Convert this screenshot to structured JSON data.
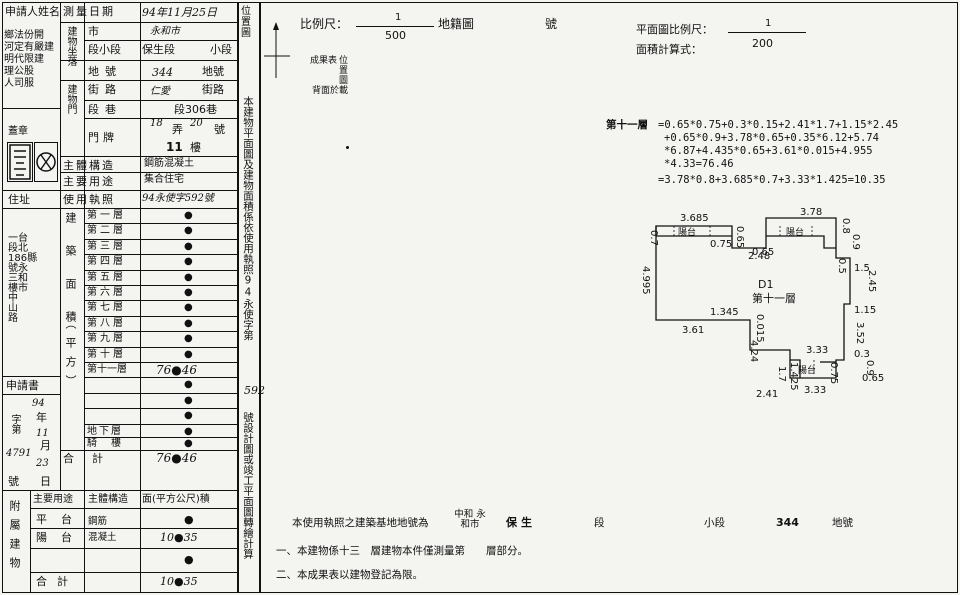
{
  "left": {
    "applicant_label": "申請人姓名",
    "applicant_names": [
      "鄉法份開",
      "河定有嚴建",
      "明代限建",
      "理公股",
      "人司服"
    ],
    "survey_date_label": "測量日期",
    "survey_date_value": "94年11月25日",
    "building_location_label": "建物坐落",
    "city_label": "市",
    "city_value": "永和市",
    "section_label": "段小段",
    "section_value": "保生段",
    "subsection_label": "小段",
    "land_no_label": "地號",
    "land_no_value": "344",
    "street_label": "街路",
    "street_value": "仁愛",
    "lane_label": "段巷",
    "lane_value": "段306巷",
    "door_label": "門牌",
    "alley_value": "18",
    "alley_label": "弄",
    "number_value": "20",
    "number_label": "號",
    "floor_value": "11",
    "floor_label": "樓",
    "seal_label": "蓋章",
    "structure_label": "主體構造",
    "structure_value": "鋼筋混凝土",
    "main_use_label": "主要用途",
    "main_use_value": "集合住宅",
    "permit_label": "使用執照",
    "permit_value": "94永使字592號",
    "address_label": "住址",
    "address_lines": [
      "一台",
      "段北",
      "186縣",
      "號永",
      "三和",
      "樓市",
      "中",
      "山",
      "路"
    ],
    "floor_area_label": "建築面積",
    "area_unit_label": "（平方）",
    "floors": [
      "第一層",
      "第二層",
      "第三層",
      "第四層",
      "第五層",
      "第六層",
      "第七層",
      "第八層",
      "第九層",
      "第十層",
      "第十一層"
    ],
    "floor_values": [
      "●",
      "●",
      "●",
      "●",
      "●",
      "●",
      "●",
      "●",
      "●",
      "●",
      "76●46"
    ],
    "extra_values": [
      "●",
      "●",
      "●"
    ],
    "basement_label": "地下層",
    "arcade_label": "騎樓",
    "basement_value": "●",
    "arcade_value": "●",
    "total_label": "合計",
    "total_value": "76●46",
    "apply_label": "申請書",
    "apply_year": "94",
    "apply_year_label": "年",
    "apply_month": "11",
    "apply_month_label": "月",
    "apply_day": "23",
    "apply_day_label": "日",
    "apply_no_prefix": "字第",
    "apply_no": "4791",
    "apply_no_suffix": "號",
    "attach_label": "附屬建物",
    "attach_head": [
      "主要用途",
      "主體構造",
      "面(平方公尺)積"
    ],
    "attach_rows": [
      {
        "use": "平台",
        "struct": "鋼筋",
        "area": "●"
      },
      {
        "use": "陽台",
        "struct": "混凝土",
        "area": "10●35"
      },
      {
        "use": "",
        "struct": "",
        "area": "●"
      }
    ],
    "attach_total_label": "合計",
    "attach_total_value": "10●35"
  },
  "strip": {
    "position_label": "位置圖",
    "vertical_text": "本建物平面圖及建物面積係依使用執照94永使字第",
    "permit_no": "592",
    "vertical_text2": "號設計圖或竣工平面圖轉繪計算"
  },
  "header": {
    "scale_label": "比例尺：",
    "scale_num": "1",
    "scale_den": "500",
    "cadastral_label": "地籍圖",
    "number_label": "號",
    "plan_scale_label": "平面圖比例尺：",
    "plan_scale_num": "1",
    "plan_scale_den": "200",
    "area_formula_label": "面積計算式："
  },
  "location_note": [
    "位",
    "置",
    "圖",
    "成果表",
    "背",
    "面",
    "於",
    "載"
  ],
  "calc": {
    "floor_label": "第十一層",
    "lines": [
      "=0.65*0.75+0.3*0.15+2.41*1.7+1.15*2.45",
      "+0.65*0.9+3.78*0.65+0.35*6.12+5.74",
      "*6.87+4.435*0.65+3.61*0.015+4.955",
      "*4.33=76.46",
      "=3.78*0.8+3.685*0.7+3.33*1.425=10.35"
    ]
  },
  "plan": {
    "unit_label": "D1",
    "floor_label": "第十一層",
    "balcony_label": "陽台",
    "dims": [
      "3.685",
      "3.78",
      "0.7",
      "0.75",
      "0.65",
      "0.65",
      "0.8",
      "0.9",
      "2.48",
      "0.5",
      "1.5",
      "2.45",
      "4.995",
      "1.345",
      "3.61",
      "0.015",
      "1.15",
      "3.52",
      "4.24",
      "3.33",
      "0.3",
      "0.9",
      "0.65",
      "1.7",
      "1.425",
      "0.75",
      "2.41",
      "3.33"
    ]
  },
  "footer": {
    "line1_a": "本使用執照之建築基地地號為",
    "line1_city": "中和 永和市",
    "line1_section": "保生",
    "line1_section_label": "段",
    "line1_sub_label": "小段",
    "line1_no": "344",
    "line1_no_label": "地號",
    "line2": "一、本建物係十三　層建物本件僅測量第　　層部分。",
    "line3": "二、本成果表以建物登記為限。"
  }
}
